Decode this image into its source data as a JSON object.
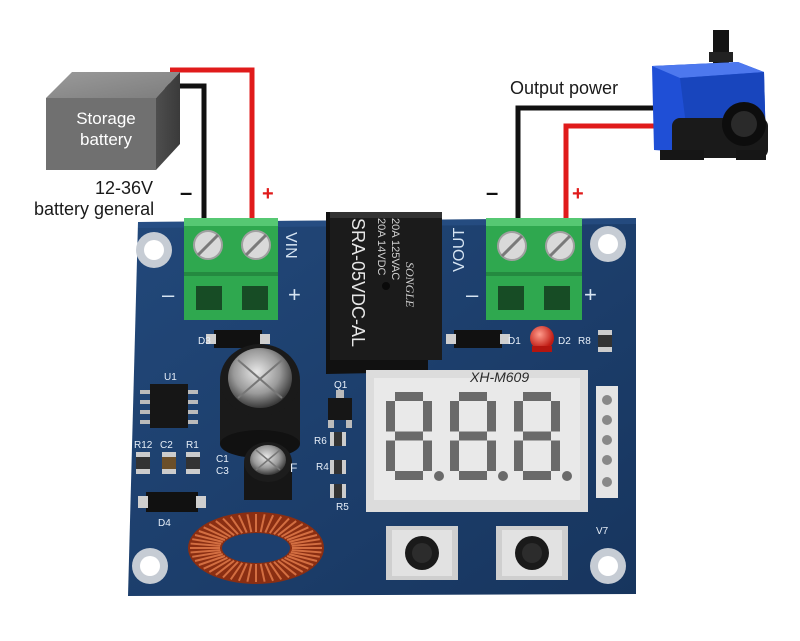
{
  "battery": {
    "line1": "Storage",
    "line2": "battery"
  },
  "input_label": {
    "line1": "12-36V",
    "line2": "battery general"
  },
  "output_label": "Output power",
  "polarity": {
    "neg": "–",
    "pos": "+"
  },
  "relay": {
    "model": "SRA-05VDC-AL",
    "brand": "SONGLE",
    "rating1": "20A 14VDC",
    "rating2": "20A 125VAC"
  },
  "board": {
    "model": "XH-M609",
    "vin_label": "VIN",
    "vout_label": "VOUT",
    "display": "8.8.8.",
    "components": {
      "u1": "U1",
      "r12": "R12",
      "c2": "C2",
      "r1": "R1",
      "c1": "C1",
      "c3": "C3",
      "d3": "D3",
      "d4": "D4",
      "q1": "Q1",
      "r4": "R4",
      "r5": "R5",
      "r6": "R6",
      "d1": "D1",
      "d2": "D2",
      "r8": "R8",
      "v7": "V7",
      "f": "F"
    }
  },
  "colors": {
    "pcb": "#1d3f6e",
    "terminal": "#2fa84f",
    "wire_pos": "#e01b1b",
    "wire_neg": "#111111",
    "battery_body": "#6f6f6f",
    "pump_blue": "#1f4fd6",
    "display_segment": "#6a6a6a",
    "led": "#e8312b",
    "coil": "#b4421f"
  }
}
